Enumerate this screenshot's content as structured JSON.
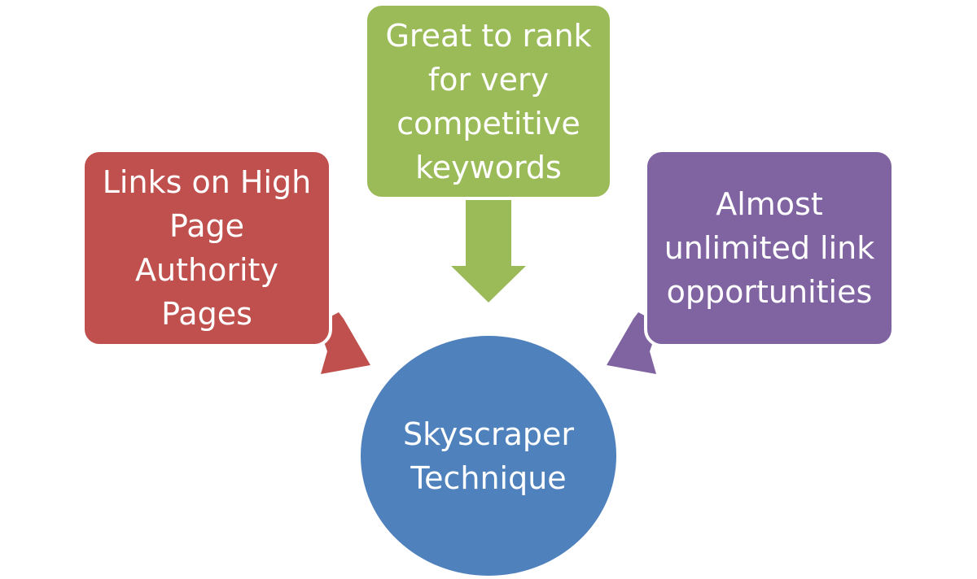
{
  "diagram": {
    "left_box": {
      "lines": [
        "Links on High",
        "Page",
        "Authority",
        "Pages"
      ],
      "color": "#c0504d"
    },
    "top_box": {
      "lines": [
        "Great to rank",
        "for very",
        "competitive",
        "keywords"
      ],
      "color": "#9bbb59"
    },
    "right_box": {
      "lines": [
        "Almost",
        "unlimited link",
        "opportunities"
      ],
      "color": "#8064a2"
    },
    "center": {
      "lines": [
        "Skyscraper",
        "Technique"
      ],
      "color": "#4f81bd"
    }
  }
}
